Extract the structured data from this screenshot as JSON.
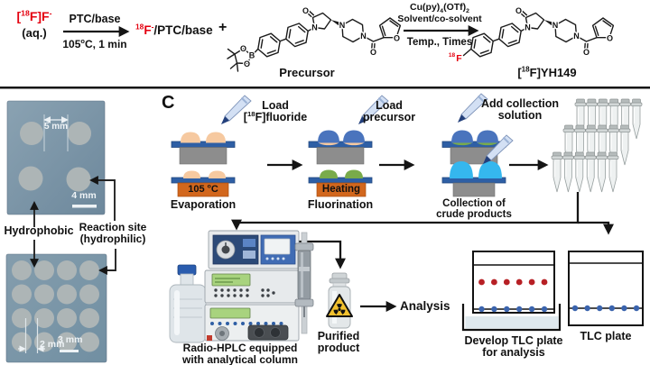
{
  "scheme": {
    "reactant_p1": "[",
    "reactant_sup": "18",
    "reactant_p2": "F]F",
    "reactant_sup2": "-",
    "reactant_aq": "(aq.)",
    "arrow1_top": "PTC/base",
    "arrow1_bottom_a": "105",
    "arrow1_bottom_o": "o",
    "arrow1_bottom_b": "C, 1 min",
    "inter_sup": "18",
    "inter_f": "F",
    "inter_sup2": "-",
    "inter_rest": "/PTC/base",
    "plus": "+",
    "precursor_label": "Precursor",
    "arrow2_top1_a": "Cu(py)",
    "arrow2_top1_s1": "4",
    "arrow2_top1_b": "(OTf)",
    "arrow2_top1_s2": "2",
    "arrow2_top2": "Solvent/co-solvent",
    "arrow2_bottom": "Temp., Times",
    "product_f_sup": "18",
    "product_f": "F",
    "product_label_p1": "[",
    "product_label_sup": "18",
    "product_label_p2": "F]YH149"
  },
  "chem": {
    "O": "O",
    "N": "N",
    "B": "B"
  },
  "photos": {
    "dim_top": "5 mm",
    "scale_top": "4 mm",
    "dim_bottom": "2 mm",
    "scale_bottom": "3 mm",
    "hydrophobic": "Hydrophobic",
    "site1": "Reaction site",
    "site2": "(hydrophilic)"
  },
  "panel": {
    "label": "C",
    "step1_l1": "Load",
    "step1_l2_p1": "[",
    "step1_l2_sup": "18",
    "step1_l2_p2": "F]fluoride",
    "step2_l1": "Load",
    "step2_l2": "precursor",
    "step3_l1": "Add collection",
    "step3_l2": "solution",
    "heater1_a": "105 ",
    "heater1_o": "o",
    "heater1_b": "C",
    "heater2": "Heating",
    "cap1": "Evaporation",
    "cap2": "Fluorination",
    "cap3a": "Collection of",
    "cap3b": "crude products",
    "hplc1": "Radio-HPLC equipped",
    "hplc2": "with analytical column",
    "pur1": "Purified",
    "pur2": "product",
    "analysis": "Analysis",
    "tlc1a": "Develop TLC plate",
    "tlc1b": "for analysis",
    "tlc2": "TLC plate"
  },
  "colors": {
    "accent_red": "#e4000f",
    "plate_blue": "#2e5fa5",
    "heater_orange": "#d2671d",
    "droplet_peach": "#f6c9a0",
    "droplet_blue": "#4a74bd",
    "droplet_green": "#79ab4a",
    "droplet_cyan": "#35b7ee",
    "tlc_dot_red": "#b72025",
    "tlc_dot_blue": "#3b64ad",
    "photo_blue_gray": "#7b95a7",
    "radiation_yellow": "#f2c12e"
  }
}
